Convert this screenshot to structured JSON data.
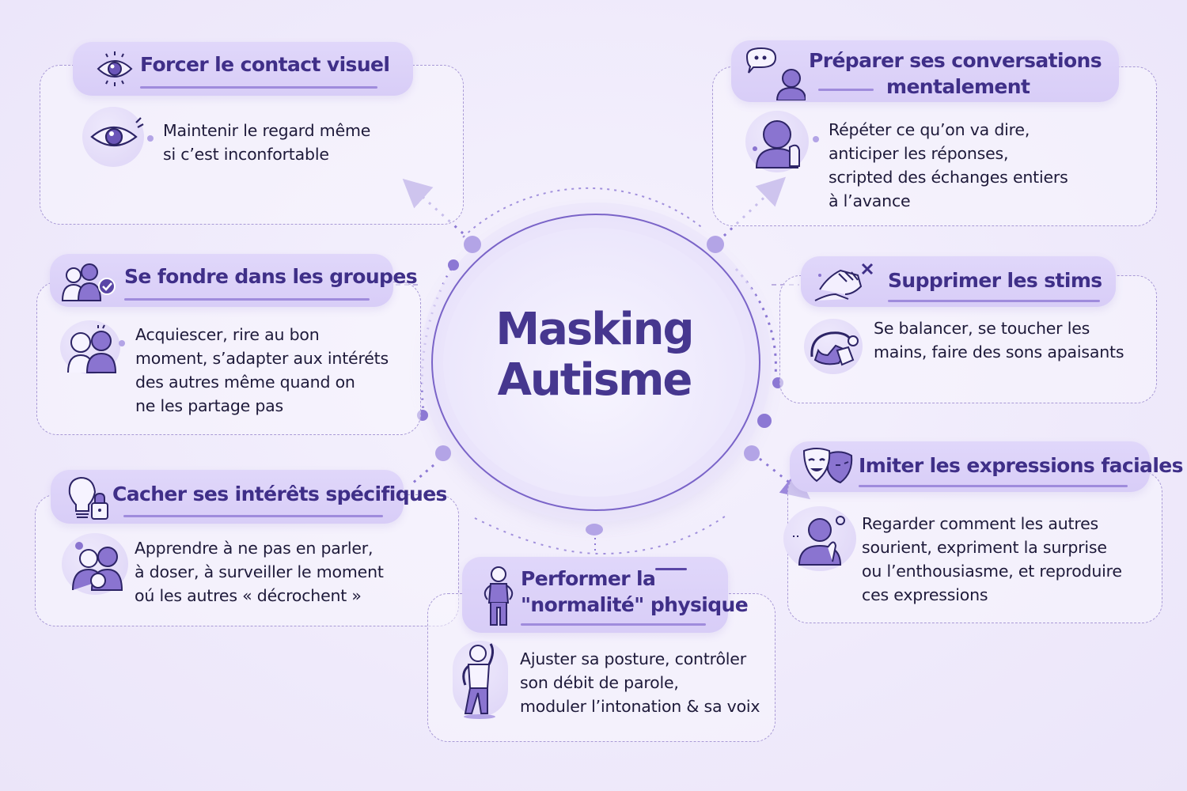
{
  "center": {
    "title_line1": "Masking",
    "title_line2": "Autisme"
  },
  "colors": {
    "background": "#efeafb",
    "pill": "#ddd3f8",
    "title_text": "#3f2f88",
    "accent": "#7a64c8",
    "body_text": "#1e1a3a",
    "dashed_border": "#a99ad6"
  },
  "branches": [
    {
      "id": "contact-visuel",
      "title": "Forcer le contact visuel",
      "title_icon": "eye-icon",
      "desc_icon": "eye-glance-icon",
      "description": "Maintenir le regard même\nsi c’est inconfortable"
    },
    {
      "id": "conversations",
      "title_line1": "Préparer ses conversations",
      "title_line2": "mentalement",
      "title_icon": "speech-bubble-person-icon",
      "desc_icon": "person-thinking-icon",
      "description": "Répéter ce qu’on va dire,\nanticiper les réponses,\nscripted des échanges entiers\nà l’avance"
    },
    {
      "id": "groupes",
      "title": "Se fondre dans les groupes",
      "title_icon": "group-check-icon",
      "desc_icon": "two-people-icon",
      "description": "Acquiescer, rire au bon\nmoment, s’adapter aux intéréts\ndes autres même quand on\nne les partage pas"
    },
    {
      "id": "stims",
      "title": "Supprimer les stims",
      "title_icon": "hands-cross-icon",
      "desc_icon": "rocking-hands-icon",
      "description": "Se balancer, se toucher les\nmains, faire des sons apaisants"
    },
    {
      "id": "interets",
      "title": "Cacher ses intérêts spécifiques",
      "title_icon": "lightbulb-lock-icon",
      "desc_icon": "people-whisper-icon",
      "description": "Apprendre à ne pas en parler,\nà doser, à surveiller le moment\noú les autres « décrochent »"
    },
    {
      "id": "expressions",
      "title": "Imiter les expressions faciales",
      "title_icon": "theater-masks-icon",
      "desc_icon": "person-observing-icon",
      "description": "Regarder comment les autres\nsourient, expriment la surprise\nou l’enthousiasme, et reproduire\nces expressions"
    },
    {
      "id": "normalite",
      "title_line1": "Performer la",
      "title_line2": "\"normalité\" physique",
      "title_icon": "standing-person-icon",
      "desc_icon": "waving-person-icon",
      "description": "Ajuster sa posture, contrôler\nson débit de parole,\nmoduler l’intonation & sa voix"
    }
  ]
}
